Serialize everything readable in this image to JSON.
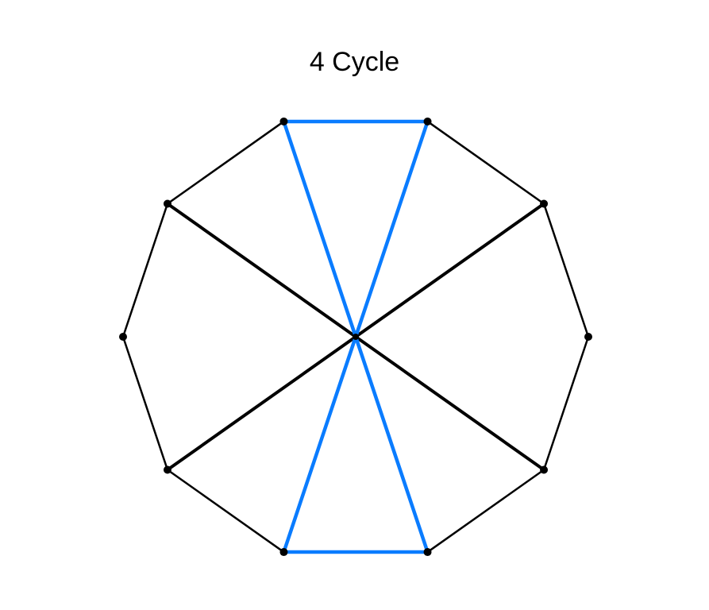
{
  "title": "4 Cycle",
  "graph": {
    "vertex_count": 10,
    "has_center_vertex": true,
    "outer_cycle": true,
    "spokes_to_center": [
      1,
      2,
      4,
      6,
      7,
      9
    ],
    "highlighted_cycle": [
      0,
      1,
      "center",
      6,
      5
    ],
    "highlighted_cycle_label": "4 Cycle"
  },
  "colors": {
    "edge": "#000000",
    "highlight": "#0a7cff",
    "vertex": "#000000",
    "background": "#ffffff"
  }
}
